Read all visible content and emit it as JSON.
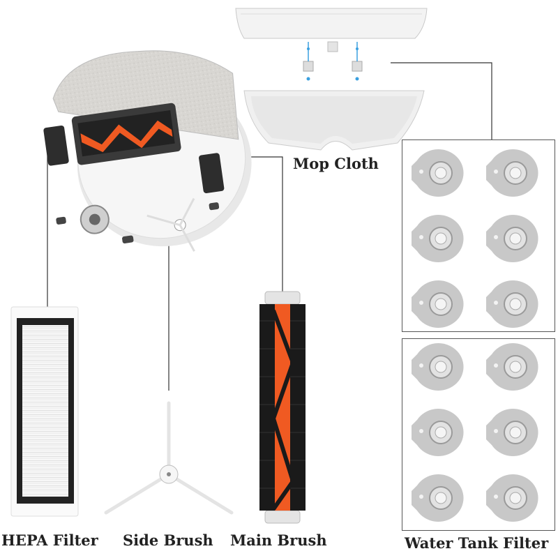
{
  "labels": {
    "mop_cloth": "Mop Cloth",
    "hepa_filter": "HEPA Filter",
    "side_brush": "Side Brush",
    "main_brush": "Main Brush",
    "water_tank_filter": "Water Tank Filter"
  },
  "colors": {
    "brush_orange": "#f05a22",
    "bristle_black": "#1a1a1a",
    "filter_gray": "#c8c8c8",
    "robot_white": "#f4f4f4",
    "water_blue": "#3aa0e0"
  }
}
